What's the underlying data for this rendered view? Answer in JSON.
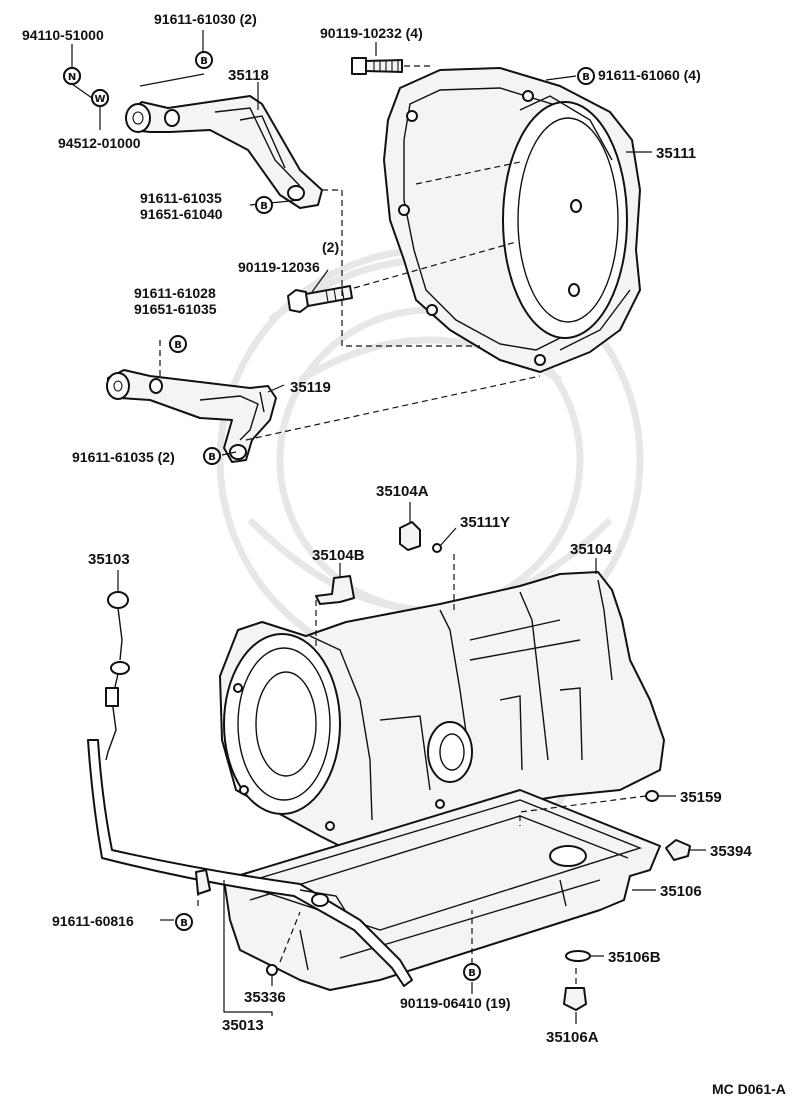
{
  "labels": {
    "p94110_51000": "94110-51000",
    "p91611_61030": "91611-61030 (2)",
    "p90119_10232": "90119-10232 (4)",
    "p91611_61060": "91611-61060 (4)",
    "p35118": "35118",
    "p35111": "35111",
    "p94512_01000": "94512-01000",
    "p91611_61035_a": "91611-61035",
    "p91651_61040": "91651-61040",
    "qty2": "(2)",
    "p90119_12036": "90119-12036",
    "p91611_61028": "91611-61028",
    "p91651_61035": "91651-61035",
    "p35119": "35119",
    "p91611_61035_2": "91611-61035 (2)",
    "p35104A": "35104A",
    "p35111Y": "35111Y",
    "p35103": "35103",
    "p35104B": "35104B",
    "p35104": "35104",
    "p35159": "35159",
    "p35394": "35394",
    "p35106": "35106",
    "p91611_60816": "91611-60816",
    "p35106B": "35106B",
    "p35336": "35336",
    "p90119_06410": "90119-06410 (19)",
    "p35013": "35013",
    "p35106A": "35106A",
    "code": "MC D061-A"
  },
  "marks": {
    "B": "B",
    "N": "N",
    "W": "W"
  },
  "colors": {
    "ink": "#111111",
    "paper": "#ffffff",
    "watermark": "#e7e7e7"
  }
}
